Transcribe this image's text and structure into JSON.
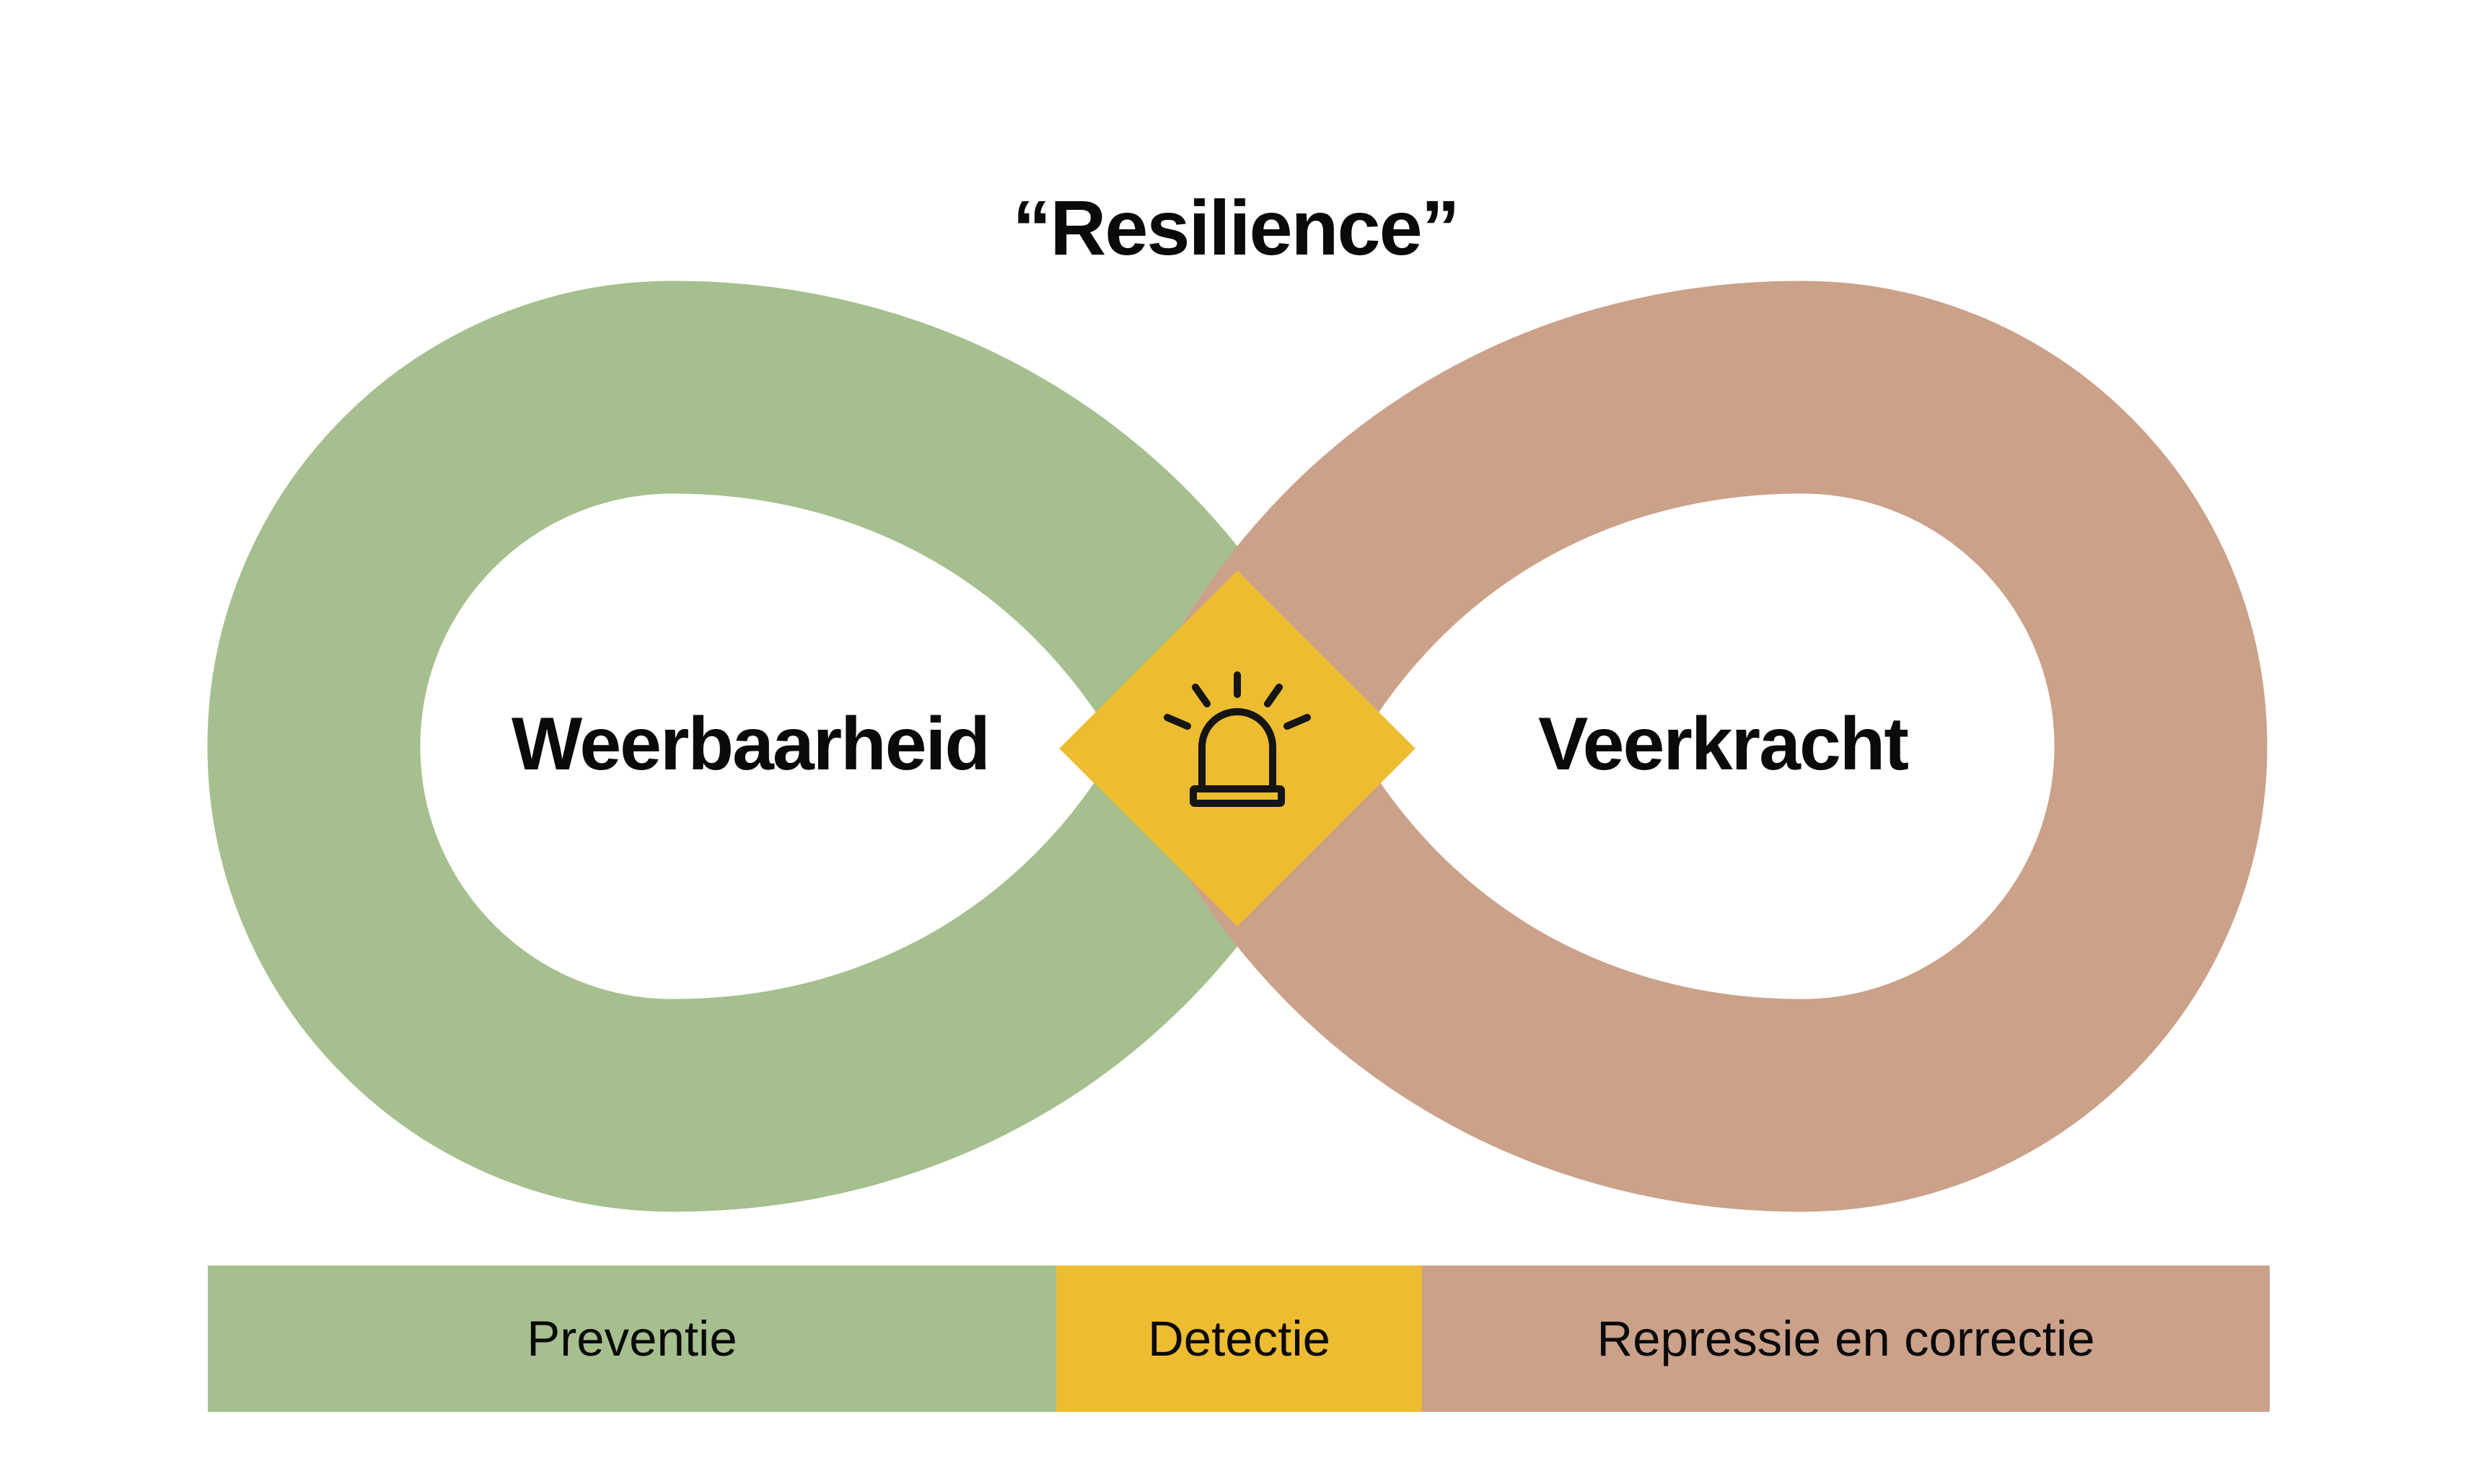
{
  "title": "“Resilience”",
  "infinity": {
    "left_loop": {
      "label": "Weerbaarheid",
      "color": "#A6BF8E"
    },
    "right_loop": {
      "label": "Veerkracht",
      "color": "#CBA18A"
    }
  },
  "center": {
    "icon": "siren-alarm-icon",
    "diamond_color": "#EDBC31",
    "icon_color": "#151515"
  },
  "bar": {
    "segments": [
      {
        "label": "Preventie",
        "color": "#A6BF8E"
      },
      {
        "label": "Detectie",
        "color": "#EDBC31"
      },
      {
        "label": "Repressie en correctie",
        "color": "#CBA18A"
      }
    ]
  },
  "colors": {
    "background": "#FFFFFF",
    "text": "#0A0A0A"
  }
}
